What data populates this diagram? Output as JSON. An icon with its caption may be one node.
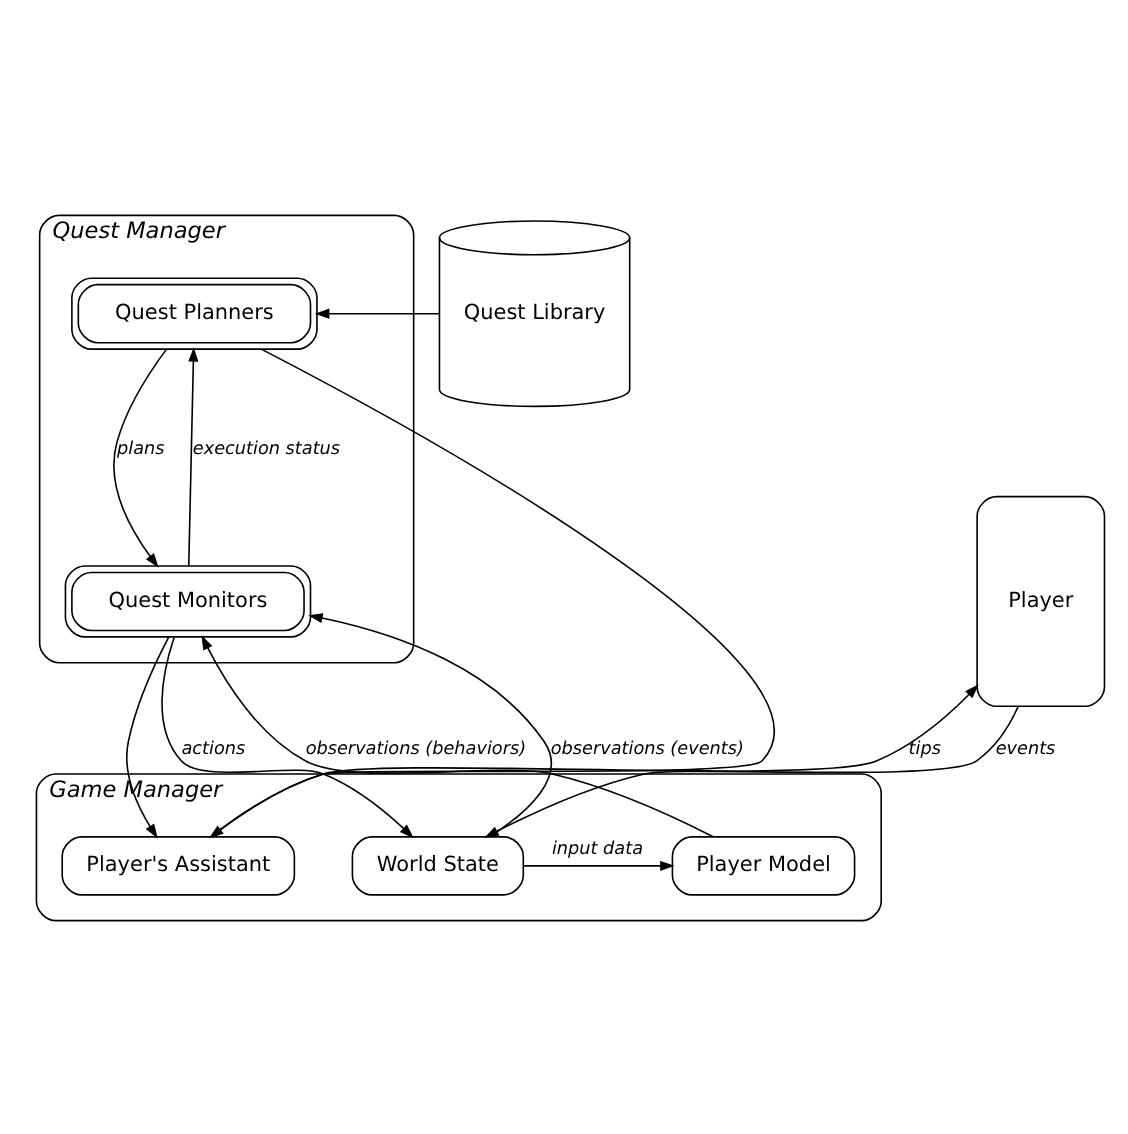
{
  "diagram": {
    "nodes": [
      {
        "text": [
          "Quest Manager"
        ]
      },
      {
        "text": [
          "Quest Planners"
        ],
        "in": 0
      },
      {
        "text": [
          "Quest Monitors"
        ],
        "in": 0
      },
      {
        "text": [
          "Quest Library"
        ]
      },
      {
        "text": [
          "Game Manager"
        ]
      },
      {
        "text": [
          "Player Model"
        ],
        "in": 4
      },
      {
        "text": [
          "World State"
        ],
        "in": 4
      },
      {
        "text": [
          "Player's Assistant"
        ],
        "in": 4
      },
      {
        "text": [
          "Player"
        ]
      }
    ],
    "edges": [
      {
        "from": 3,
        "to": 1,
        "arrow": "to"
      },
      {
        "from": 1,
        "to": 2,
        "arrow": "to",
        "label": "plans"
      },
      {
        "from": 2,
        "to": 1,
        "arrow": "to",
        "label": "execution status"
      },
      {
        "from": 2,
        "to": 6,
        "arrow": "to",
        "label": "actions"
      },
      {
        "from": 6,
        "to": 2,
        "arrow": "to",
        "label": "observations (events)"
      },
      {
        "from": 5,
        "to": 2,
        "arrow": "to",
        "label": "observations (behaviors)"
      },
      {
        "from": 6,
        "to": 5,
        "arrow": "to",
        "label": "input data"
      },
      {
        "from": 8,
        "to": 6,
        "arrow": "to",
        "label": "events"
      },
      {
        "from": 7,
        "to": 8,
        "arrow": "to",
        "label": "tips"
      },
      {
        "from": 1,
        "to": 7,
        "arrow": "to"
      },
      {
        "from": 2,
        "to": 7,
        "arrow": "to"
      }
    ]
  }
}
